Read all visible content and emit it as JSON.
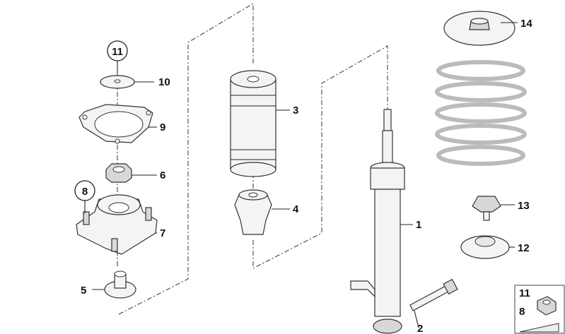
{
  "diagram": {
    "callouts": [
      {
        "id": "c1",
        "text": "1"
      },
      {
        "id": "c2",
        "text": "2"
      },
      {
        "id": "c3",
        "text": "3"
      },
      {
        "id": "c4",
        "text": "4"
      },
      {
        "id": "c5",
        "text": "5"
      },
      {
        "id": "c6",
        "text": "6"
      },
      {
        "id": "c7",
        "text": "7"
      },
      {
        "id": "c8",
        "text": "8"
      },
      {
        "id": "c9",
        "text": "9"
      },
      {
        "id": "c10",
        "text": "10"
      },
      {
        "id": "c11",
        "text": "11"
      },
      {
        "id": "c12",
        "text": "12"
      },
      {
        "id": "c13",
        "text": "13"
      },
      {
        "id": "c14",
        "text": "14"
      }
    ],
    "inset": {
      "top": "11",
      "bottom": "8"
    },
    "colors": {
      "line": "#333333",
      "fill": "#f4f4f4",
      "shade": "#d8d8d8"
    }
  }
}
